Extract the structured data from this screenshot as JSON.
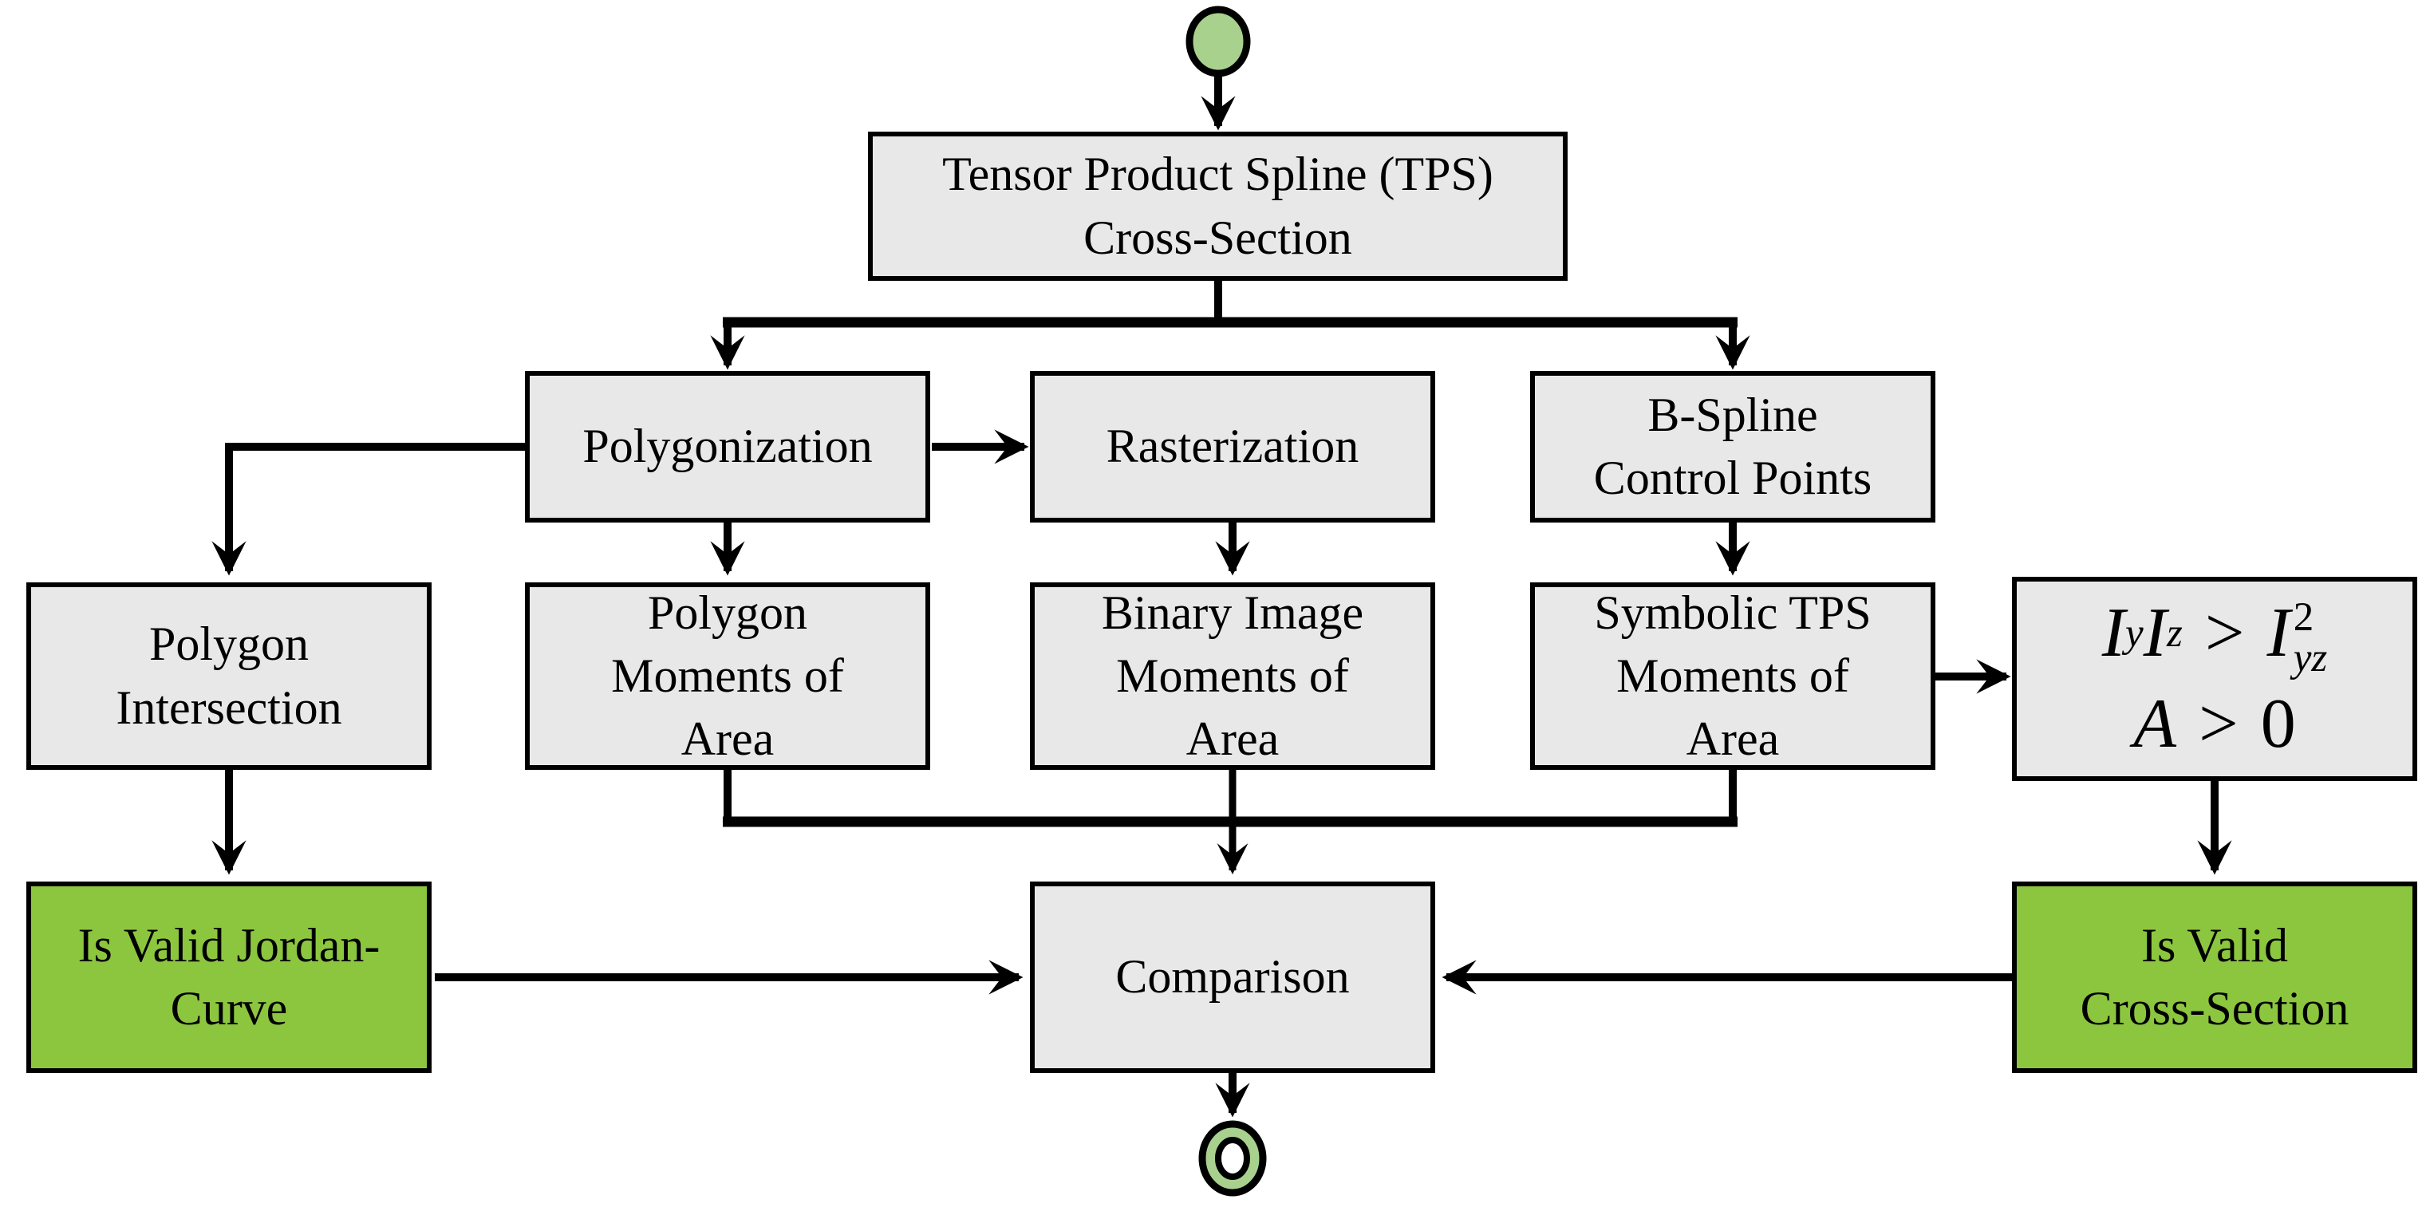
{
  "figure": {
    "type": "flowchart",
    "colors": {
      "process_box_fill": "#e8e8e8",
      "valid_box_fill": "#8cc63f",
      "start_end_node_fill": "#a9d18e",
      "line_and_border": "#000000",
      "background": "#ffffff"
    },
    "nodes": {
      "tps": {
        "label": [
          "Tensor Product Spline (TPS)",
          "Cross-Section"
        ]
      },
      "polygonization": {
        "label": "Polygonization"
      },
      "rasterization": {
        "label": "Rasterization"
      },
      "bspline": {
        "label": [
          "B-Spline",
          "Control Points"
        ]
      },
      "polygon_intersection": {
        "label": [
          "Polygon",
          "Intersection"
        ]
      },
      "polygon_moments": {
        "label": [
          "Polygon",
          "Moments of",
          "Area"
        ]
      },
      "binary_moments": {
        "label": [
          "Binary Image",
          "Moments of",
          "Area"
        ]
      },
      "symbolic_moments": {
        "label": [
          "Symbolic TPS",
          "Moments of",
          "Area"
        ]
      },
      "comparison": {
        "label": "Comparison"
      },
      "jordan": {
        "label": [
          "Is Valid Jordan-",
          "Curve"
        ]
      },
      "cross_section": {
        "label": [
          "Is Valid",
          "Cross-Section"
        ]
      },
      "formula": {
        "I": "I",
        "sub_y": "y",
        "sub_z": "z",
        "gt": ">",
        "sup_2": "2",
        "sub_yz": "yz",
        "A": "A",
        "zero": "0"
      }
    }
  }
}
